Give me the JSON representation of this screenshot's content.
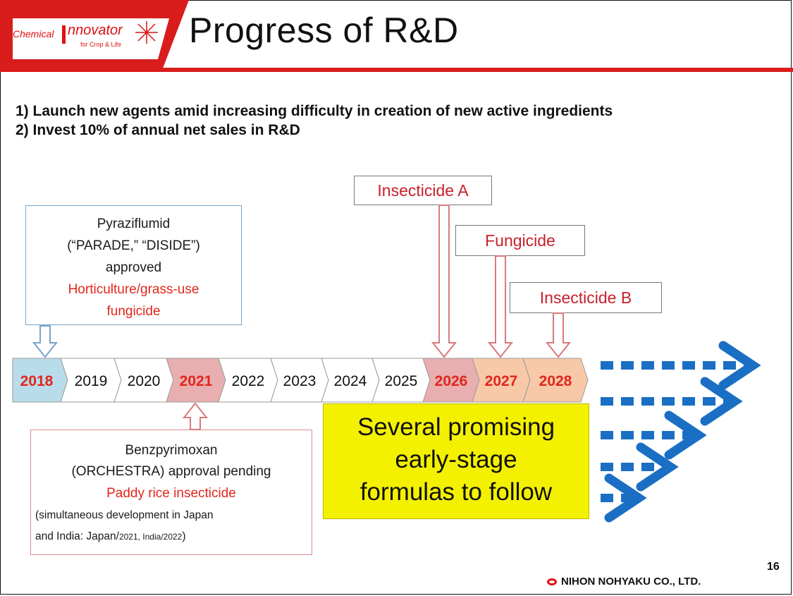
{
  "header": {
    "title": "Progress of R&D",
    "logo": {
      "text_chemical": "Chemical",
      "text_innovator": "nnovator",
      "tagline": "for Crop & Life"
    }
  },
  "bullets": [
    "1)  Launch new agents amid increasing difficulty in creation of new active ingredients",
    "2)  Invest 10% of annual net sales in R&D"
  ],
  "timeline": {
    "years": [
      {
        "label": "2018",
        "highlight": "blue"
      },
      {
        "label": "2019",
        "highlight": "none"
      },
      {
        "label": "2020",
        "highlight": "none"
      },
      {
        "label": "2021",
        "highlight": "red"
      },
      {
        "label": "2022",
        "highlight": "none"
      },
      {
        "label": "2023",
        "highlight": "none"
      },
      {
        "label": "2024",
        "highlight": "none"
      },
      {
        "label": "2025",
        "highlight": "none"
      },
      {
        "label": "2026",
        "highlight": "red"
      },
      {
        "label": "2027",
        "highlight": "orange"
      },
      {
        "label": "2028",
        "highlight": "orange"
      }
    ],
    "colors": {
      "blue_fill": "#b8dcea",
      "red_fill": "#e8aeb0",
      "orange_fill": "#f8c9a8",
      "red_text": "#e1261c",
      "arrow_blue": "#7aa4c8",
      "arrow_red": "#d87a7a",
      "dash_blue": "#1a6fc4"
    }
  },
  "pyraziflumid": {
    "line1": "Pyraziflumid",
    "line2": "(“PARADE,” “DISIDE”)",
    "line3": "approved",
    "red1": "Horticulture/grass-use",
    "red2": "fungicide"
  },
  "benzpyrimoxan": {
    "line1": "Benzpyrimoxan",
    "line2": "(ORCHESTRA) approval pending",
    "red": "Paddy rice insecticide",
    "note1": "(simultaneous development in Japan",
    "note2a": "and India: Japan/",
    "note2b": "2021, India/2022",
    "note2c": ")"
  },
  "labels": {
    "insecticide_a": "Insecticide A",
    "fungicide": "Fungicide",
    "insecticide_b": "Insecticide B"
  },
  "pipeline": {
    "line1": "Several promising",
    "line2": "early-stage",
    "line3": "formulas to follow"
  },
  "footer": {
    "page_number": "16",
    "company": "NIHON NOHYAKU CO., LTD."
  }
}
